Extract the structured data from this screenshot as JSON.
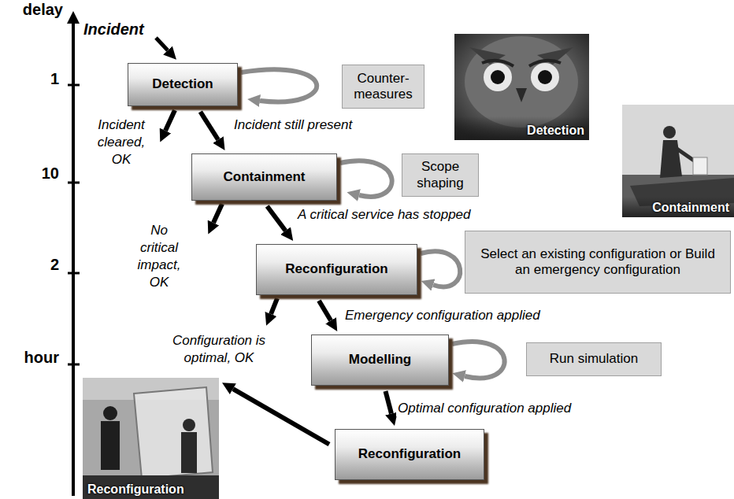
{
  "diagram": {
    "nodes": [
      {
        "text": [
          "Detection"
        ]
      },
      {
        "text": [
          "Counter- measures"
        ]
      },
      {
        "text": [
          "Detection"
        ]
      },
      {
        "text": [
          "Containment"
        ]
      },
      {
        "text": [
          "Scope shaping"
        ]
      },
      {
        "text": [
          "Containment"
        ]
      },
      {
        "text": [
          "Reconfiguration"
        ]
      },
      {
        "text": [
          "Select an existing configuration or Build an emergency configuration"
        ]
      },
      {
        "text": [
          "Modelling"
        ]
      },
      {
        "text": [
          "Run simulation"
        ]
      },
      {
        "text": [
          "Reconfiguration"
        ]
      },
      {
        "text": [
          "Reconfiguration"
        ]
      }
    ],
    "edges": [
      {
        "from": 0,
        "to": 3,
        "arrow": "to",
        "label": "Incident still present"
      },
      {
        "from": 3,
        "to": 6,
        "arrow": "to",
        "label": "A critical service has stopped"
      },
      {
        "from": 6,
        "to": 8,
        "arrow": "to",
        "label": "Emergency configuration applied"
      },
      {
        "from": 8,
        "to": 11,
        "arrow": "to",
        "label": "Optimal configuration applied"
      },
      {
        "from": 11,
        "to": 10,
        "arrow": "to"
      }
    ],
    "labels": [
      "delay",
      "Incident",
      "1",
      "10",
      "2",
      "hour",
      "Incident cleared, OK",
      "No critical impact, OK",
      "Configuration is optimal, OK"
    ]
  }
}
